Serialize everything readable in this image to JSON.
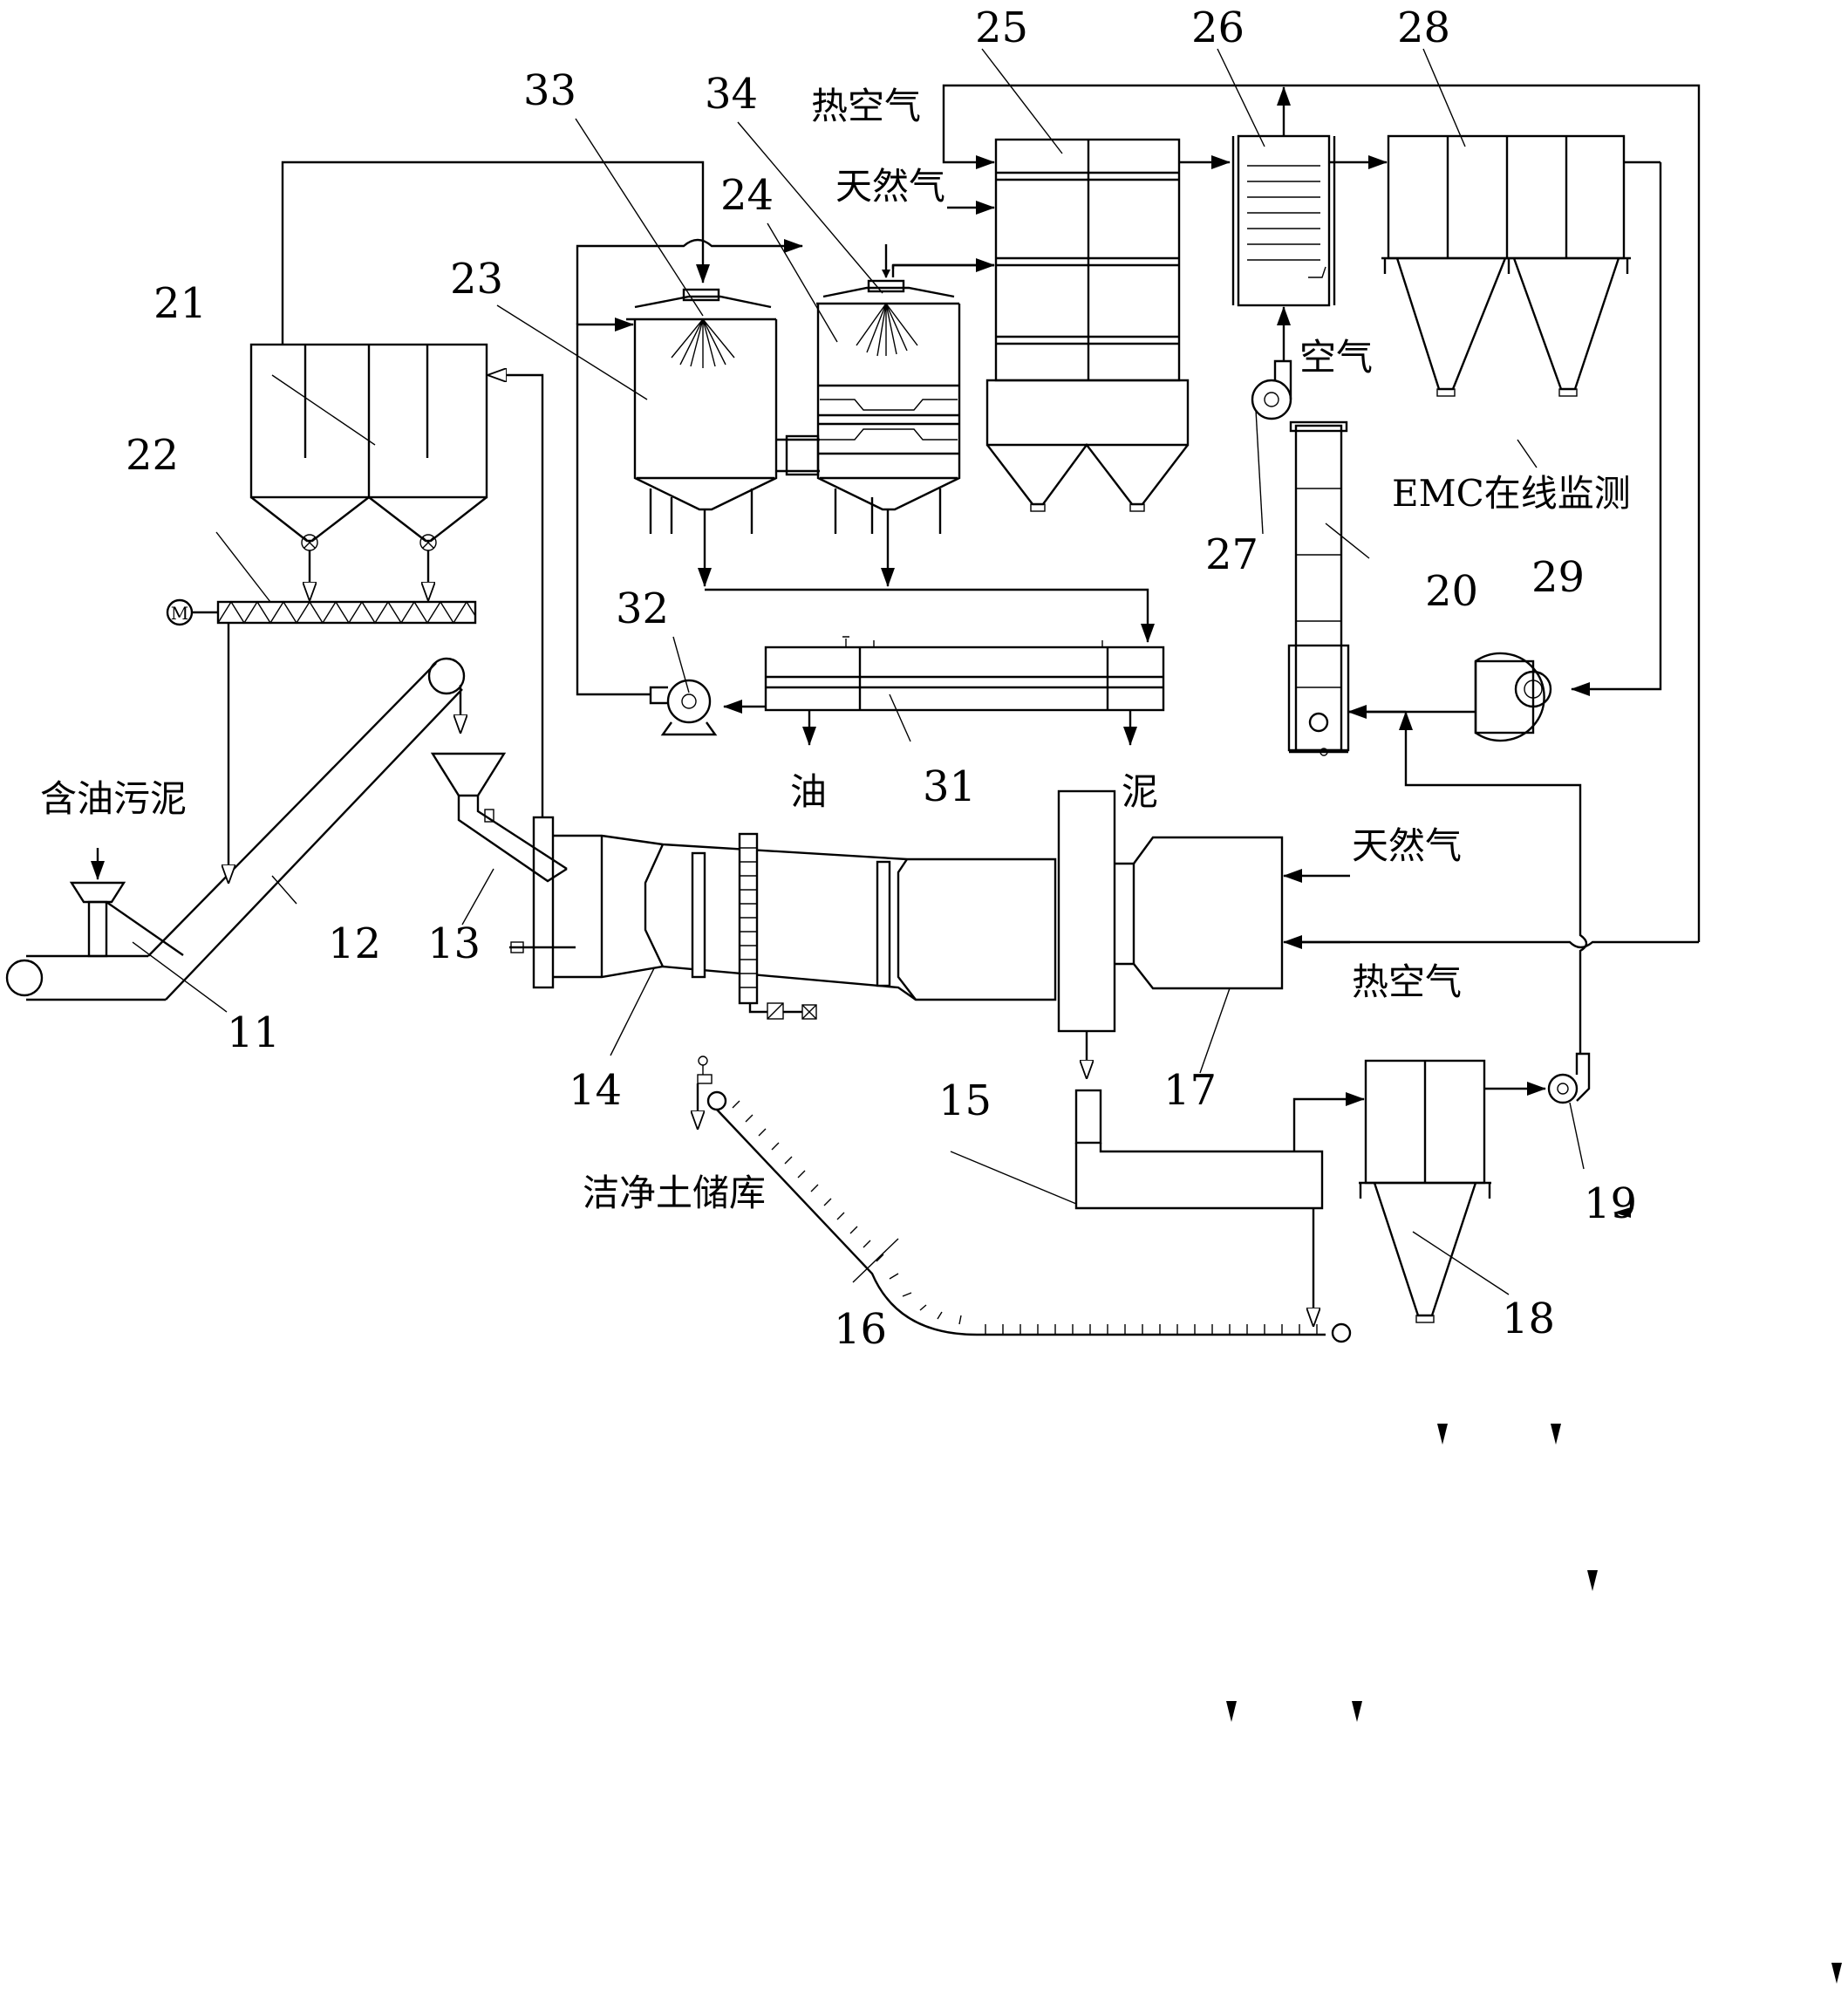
{
  "labels": {
    "n11": "11",
    "n12": "12",
    "n13": "13",
    "n14": "14",
    "n15": "15",
    "n16": "16",
    "n17": "17",
    "n18": "18",
    "n19": "19",
    "n20": "20",
    "n21": "21",
    "n22": "22",
    "n23": "23",
    "n24": "24",
    "n25": "25",
    "n26": "26",
    "n27": "27",
    "n28": "28",
    "n29": "29",
    "n31": "31",
    "n32": "32",
    "n33": "33",
    "n34": "34"
  },
  "text": {
    "hot_air_top": "热空气",
    "natural_gas_top": "天然气",
    "air": "空气",
    "emc": "EMC在线监测",
    "oily_sludge": "含油污泥",
    "oil": "油",
    "mud": "泥",
    "natural_gas_burner": "天然气",
    "hot_air_burner": "热空气",
    "clean_soil": "洁净土储库",
    "motor": "M"
  }
}
